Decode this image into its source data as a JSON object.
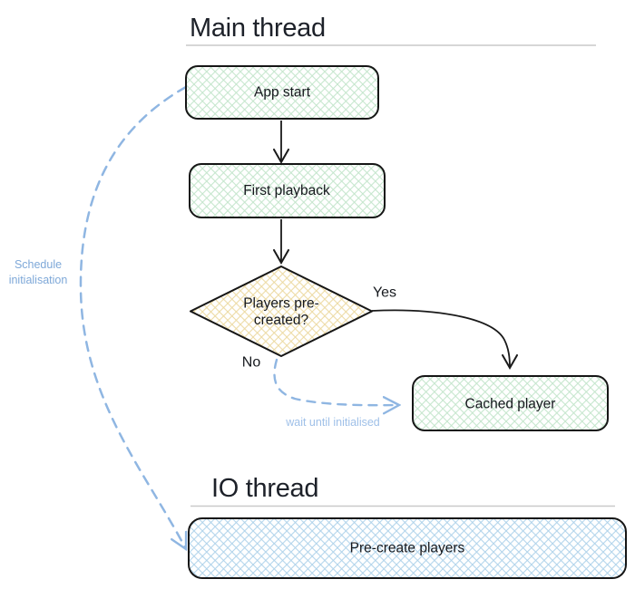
{
  "diagram": {
    "main_section": {
      "title": "Main thread"
    },
    "io_section": {
      "title": "IO thread"
    },
    "nodes": {
      "app_start": {
        "label": "App start"
      },
      "first_playback": {
        "label": "First playback"
      },
      "players_precreated": {
        "label_line1": "Players pre-",
        "label_line2": "created?"
      },
      "cached_player": {
        "label": "Cached player"
      },
      "precreate_players": {
        "label": "Pre-create players"
      }
    },
    "labels": {
      "yes": "Yes",
      "no": "No",
      "wait": "wait until initialised",
      "schedule_line1": "Schedule",
      "schedule_line2": "initialisation"
    },
    "colors": {
      "title_text": "#1d2129",
      "node_text": "#15181d",
      "node_border": "#161616",
      "arrow_black": "#1a1a1a",
      "hatch_green": "#c3e5cb",
      "hatch_yellow": "#ecd9a0",
      "hatch_blue": "#aed2ea",
      "dashed_blue": "#8fb6e2",
      "schedule_label_blue": "#7ea8d8",
      "wait_label_blue": "#9fc0e8",
      "underline_gray": "#c9c9c9"
    }
  }
}
